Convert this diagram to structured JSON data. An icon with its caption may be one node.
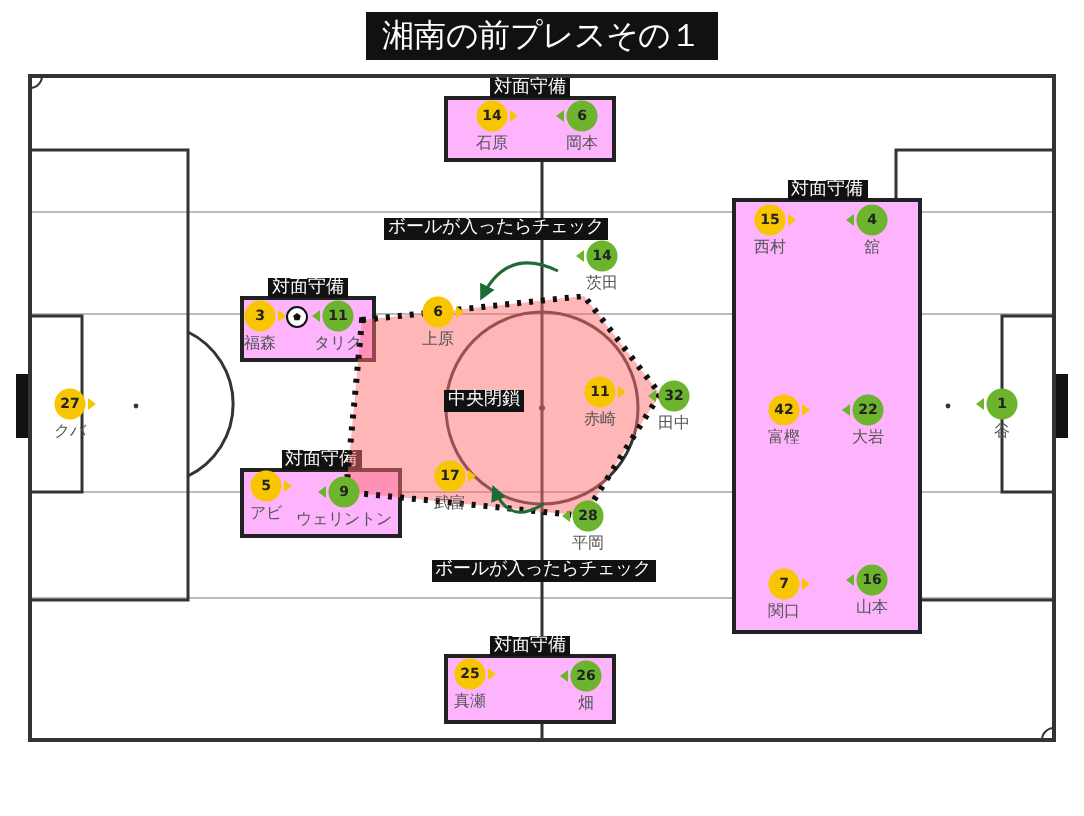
{
  "diagram": {
    "title": "湘南の前プレスその１",
    "nodes": [
      {
        "text": [
          "対面守備"
        ]
      },
      {
        "text": [
          "14",
          "石原"
        ],
        "in": 0
      },
      {
        "text": [
          "6",
          "岡本"
        ],
        "in": 0
      },
      {
        "text": [
          "対面守備"
        ]
      },
      {
        "text": [
          "3",
          "福森"
        ],
        "in": 3
      },
      {
        "text": [
          "11",
          "タリク"
        ],
        "in": 3
      },
      {
        "text": [
          "対面守備"
        ]
      },
      {
        "text": [
          "5",
          "アビ"
        ],
        "in": 6
      },
      {
        "text": [
          "9",
          "ウェリントン"
        ],
        "in": 6
      },
      {
        "text": [
          "対面守備"
        ]
      },
      {
        "text": [
          "15",
          "西村"
        ],
        "in": 9
      },
      {
        "text": [
          "4",
          "舘"
        ],
        "in": 9
      },
      {
        "text": [
          "42",
          "富樫"
        ],
        "in": 9
      },
      {
        "text": [
          "22",
          "大岩"
        ],
        "in": 9
      },
      {
        "text": [
          "7",
          "関口"
        ],
        "in": 9
      },
      {
        "text": [
          "16",
          "山本"
        ],
        "in": 9
      },
      {
        "text": [
          "対面守備"
        ]
      },
      {
        "text": [
          "25",
          "真瀬"
        ],
        "in": 16
      },
      {
        "text": [
          "26",
          "畑"
        ],
        "in": 16
      },
      {
        "text": [
          "中央閉鎖"
        ]
      },
      {
        "text": [
          "27",
          "クバ"
        ]
      },
      {
        "text": [
          "6",
          "上原"
        ],
        "in": 19
      },
      {
        "text": [
          "14",
          "茨田"
        ]
      },
      {
        "text": [
          "11",
          "赤崎"
        ],
        "in": 19
      },
      {
        "text": [
          "32",
          "田中"
        ]
      },
      {
        "text": [
          "17",
          "武富"
        ],
        "in": 19
      },
      {
        "text": [
          "28",
          "平岡"
        ]
      },
      {
        "text": [
          "1",
          "谷"
        ]
      }
    ],
    "edges": [
      {
        "from": 22,
        "to": 21,
        "arrow": "to",
        "label": "ボールが入ったらチェック"
      },
      {
        "from": 26,
        "to": 25,
        "arrow": "to",
        "label": "ボールが入ったらチェック"
      }
    ]
  }
}
